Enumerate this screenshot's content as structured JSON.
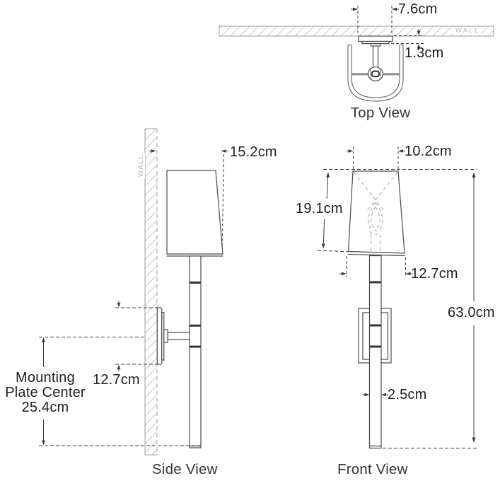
{
  "top_view": {
    "label": "Top View",
    "wall_label": "WALL",
    "dims": {
      "backplate_width": "7.6cm",
      "backplate_thickness": "1.3cm"
    }
  },
  "side_view": {
    "label": "Side View",
    "wall_label": "WALL",
    "dims": {
      "extension_depth": "15.2cm",
      "backplate_height": "12.7cm",
      "mounting_center": {
        "lines": [
          "Mounting",
          "Plate Center",
          "25.4cm"
        ]
      }
    }
  },
  "front_view": {
    "label": "Front View",
    "dims": {
      "shade_top_width": "10.2cm",
      "shade_height": "19.1cm",
      "shade_bottom_width": "12.7cm",
      "overall_height": "63.0cm",
      "stem_width": "2.5cm"
    }
  },
  "colors": {
    "fixture_line": "#4a4a4a",
    "dimension_line": "#3d3d3d",
    "text": "#1f1f1f",
    "wall_hatch": "#c6c6c6",
    "wall_border": "#9e9e9e",
    "wall_text": "#b2b2b2",
    "hidden_detail_dashed": "#b8b8b8",
    "band_dark": "#35353a"
  }
}
